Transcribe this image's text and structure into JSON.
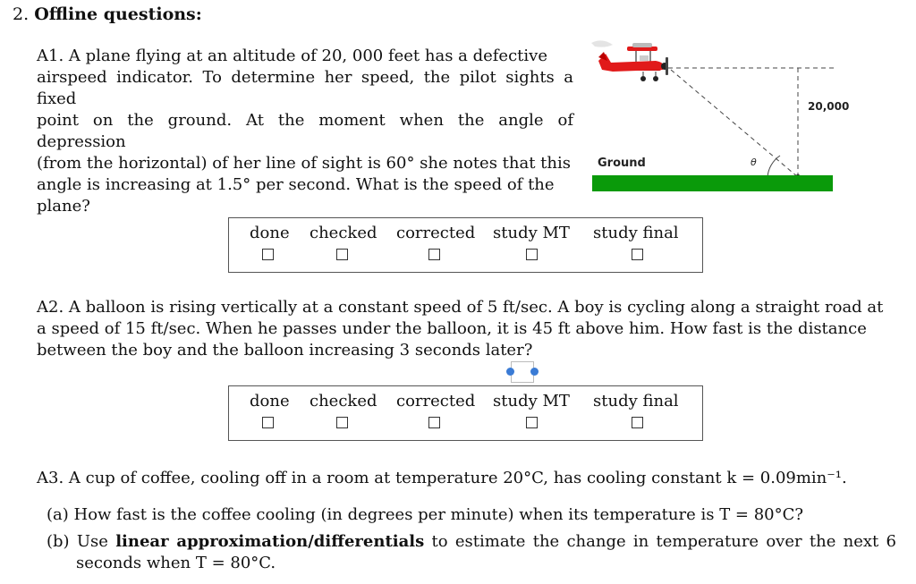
{
  "heading": {
    "number": "2.",
    "title": "Offline questions:"
  },
  "a1": {
    "lines": [
      "A1. A plane flying at an altitude of 20, 000 feet has a defective",
      "airspeed indicator. To determine her speed, the pilot sights a fixed",
      "point on the ground. At the moment when the angle of depression",
      "(from the horizontal) of her line of sight is 60° she notes that this",
      "angle is increasing at 1.5° per second. What is the speed of the",
      "plane?"
    ]
  },
  "figure": {
    "altitude_label": "20,000",
    "ground_label": "Ground",
    "angle_label": "θ",
    "colors": {
      "ground": "#0a9a0a",
      "plane": "#e11a1a"
    }
  },
  "checklist": {
    "columns": [
      "done",
      "checked",
      "corrected",
      "study MT",
      "study final"
    ]
  },
  "a2": {
    "lines": [
      "A2. A balloon is rising vertically at a constant speed of 5 ft/sec. A boy is cycling along a straight road at",
      "a speed of 15 ft/sec. When he passes under the balloon, it is 45 ft above him. How fast is the distance",
      "between the boy and the balloon increasing 3 seconds later?"
    ]
  },
  "a3": {
    "intro": "A3. A cup of coffee, cooling off in a room at temperature 20°C, has cooling constant k = 0.09min⁻¹.",
    "part_a": "(a) How fast is the coffee cooling (in degrees per minute) when its temperature is T = 80°C?",
    "part_b_prefix": "(b) Use",
    "part_b_bold": "linear approximation/differentials",
    "part_b_suffix": "to estimate the change in temperature over the next 6 seconds when T = 80°C."
  }
}
